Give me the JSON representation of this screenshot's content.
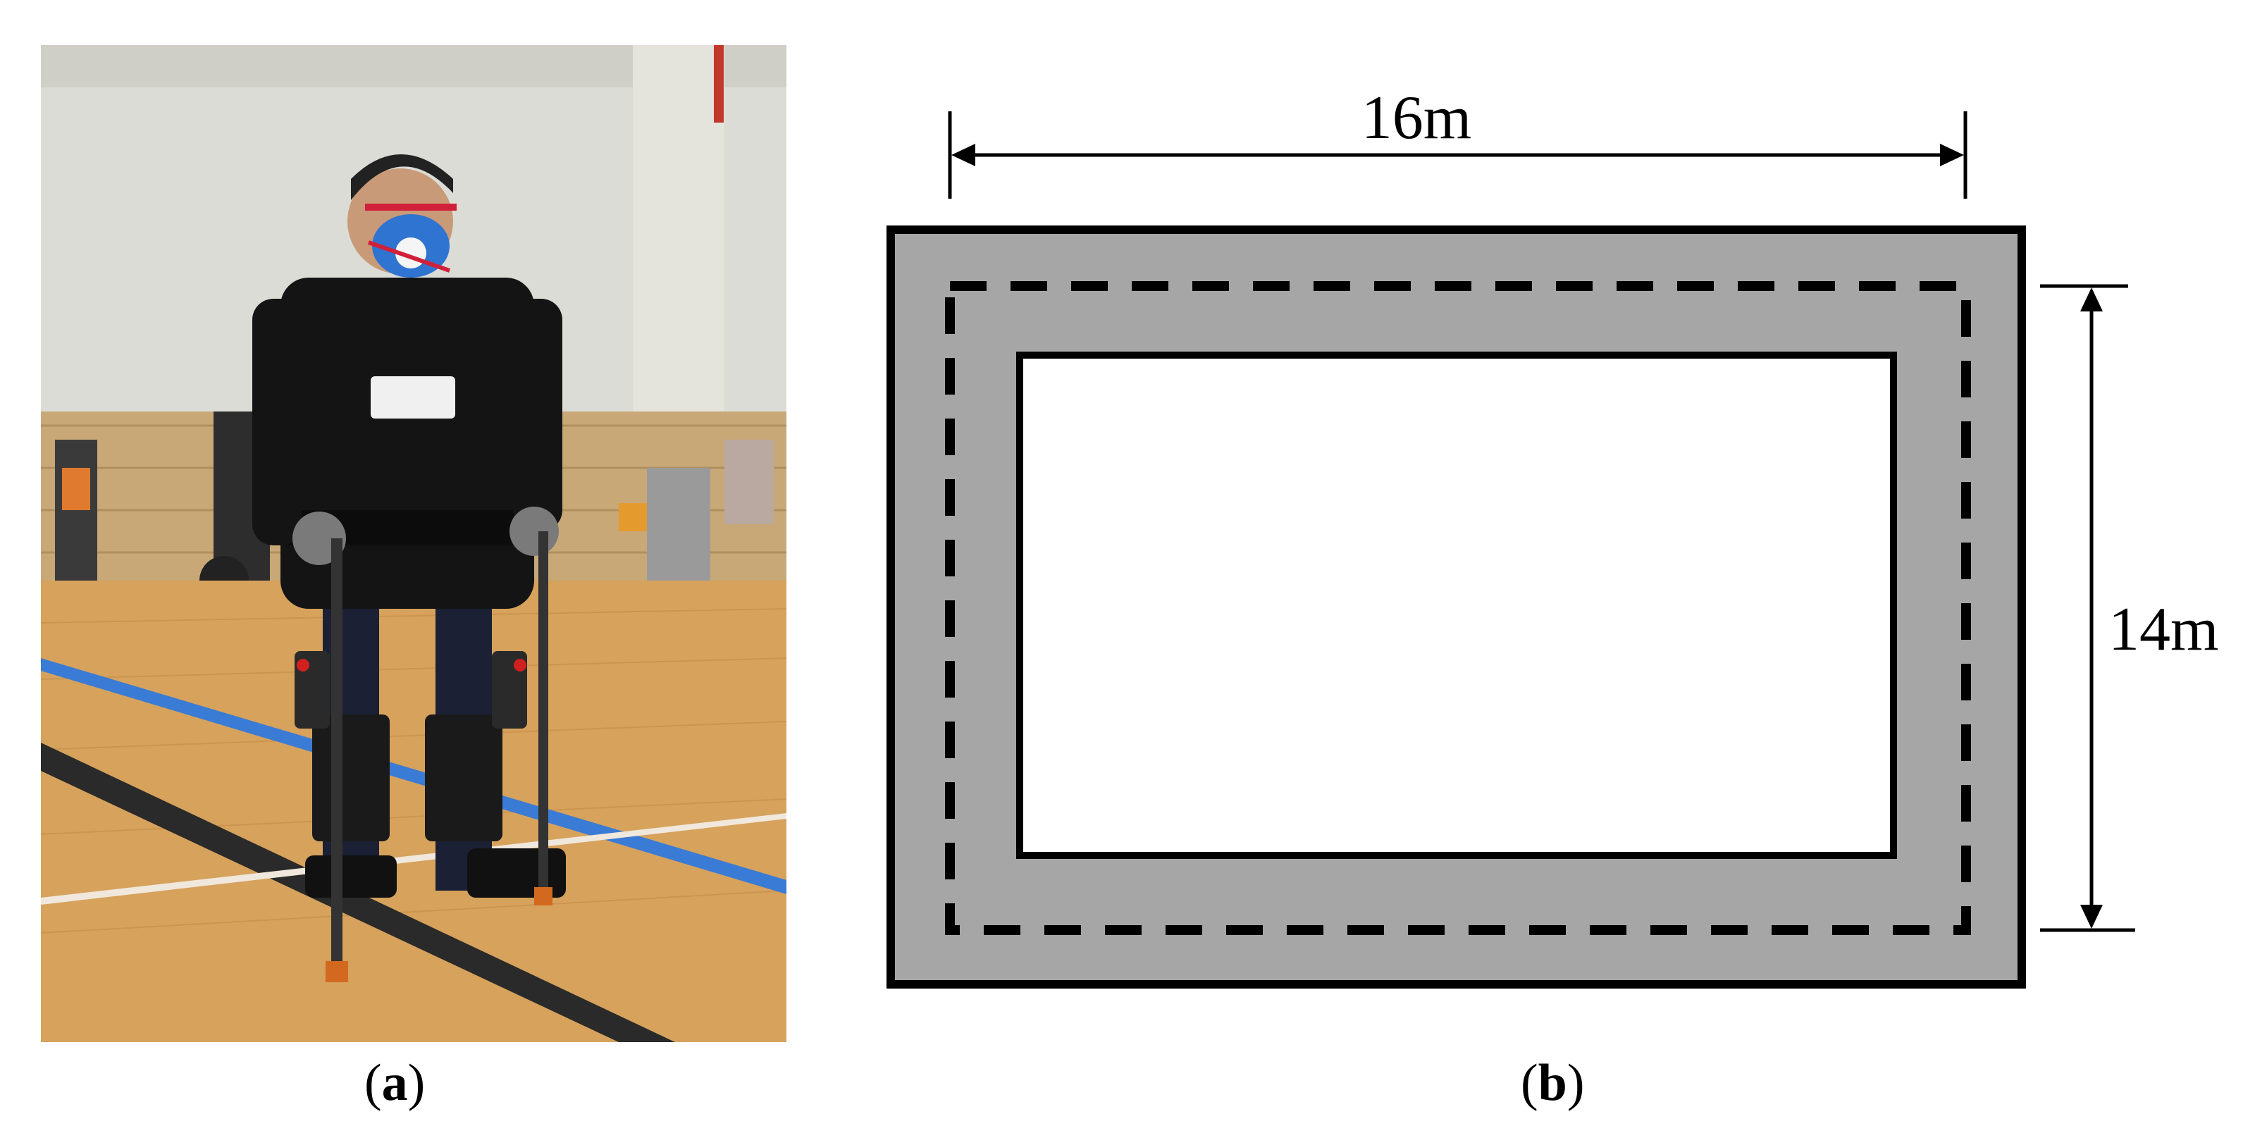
{
  "panel_a": {
    "caption_open": "(",
    "caption_letter": "a",
    "caption_close": ")"
  },
  "panel_b": {
    "caption_open": "(",
    "caption_letter": "b",
    "caption_close": ")",
    "width_label": "16m",
    "height_label": "14m",
    "colors": {
      "track_fill": "#a6a6a6",
      "outline": "#000000",
      "inner_fill": "#ffffff"
    }
  }
}
